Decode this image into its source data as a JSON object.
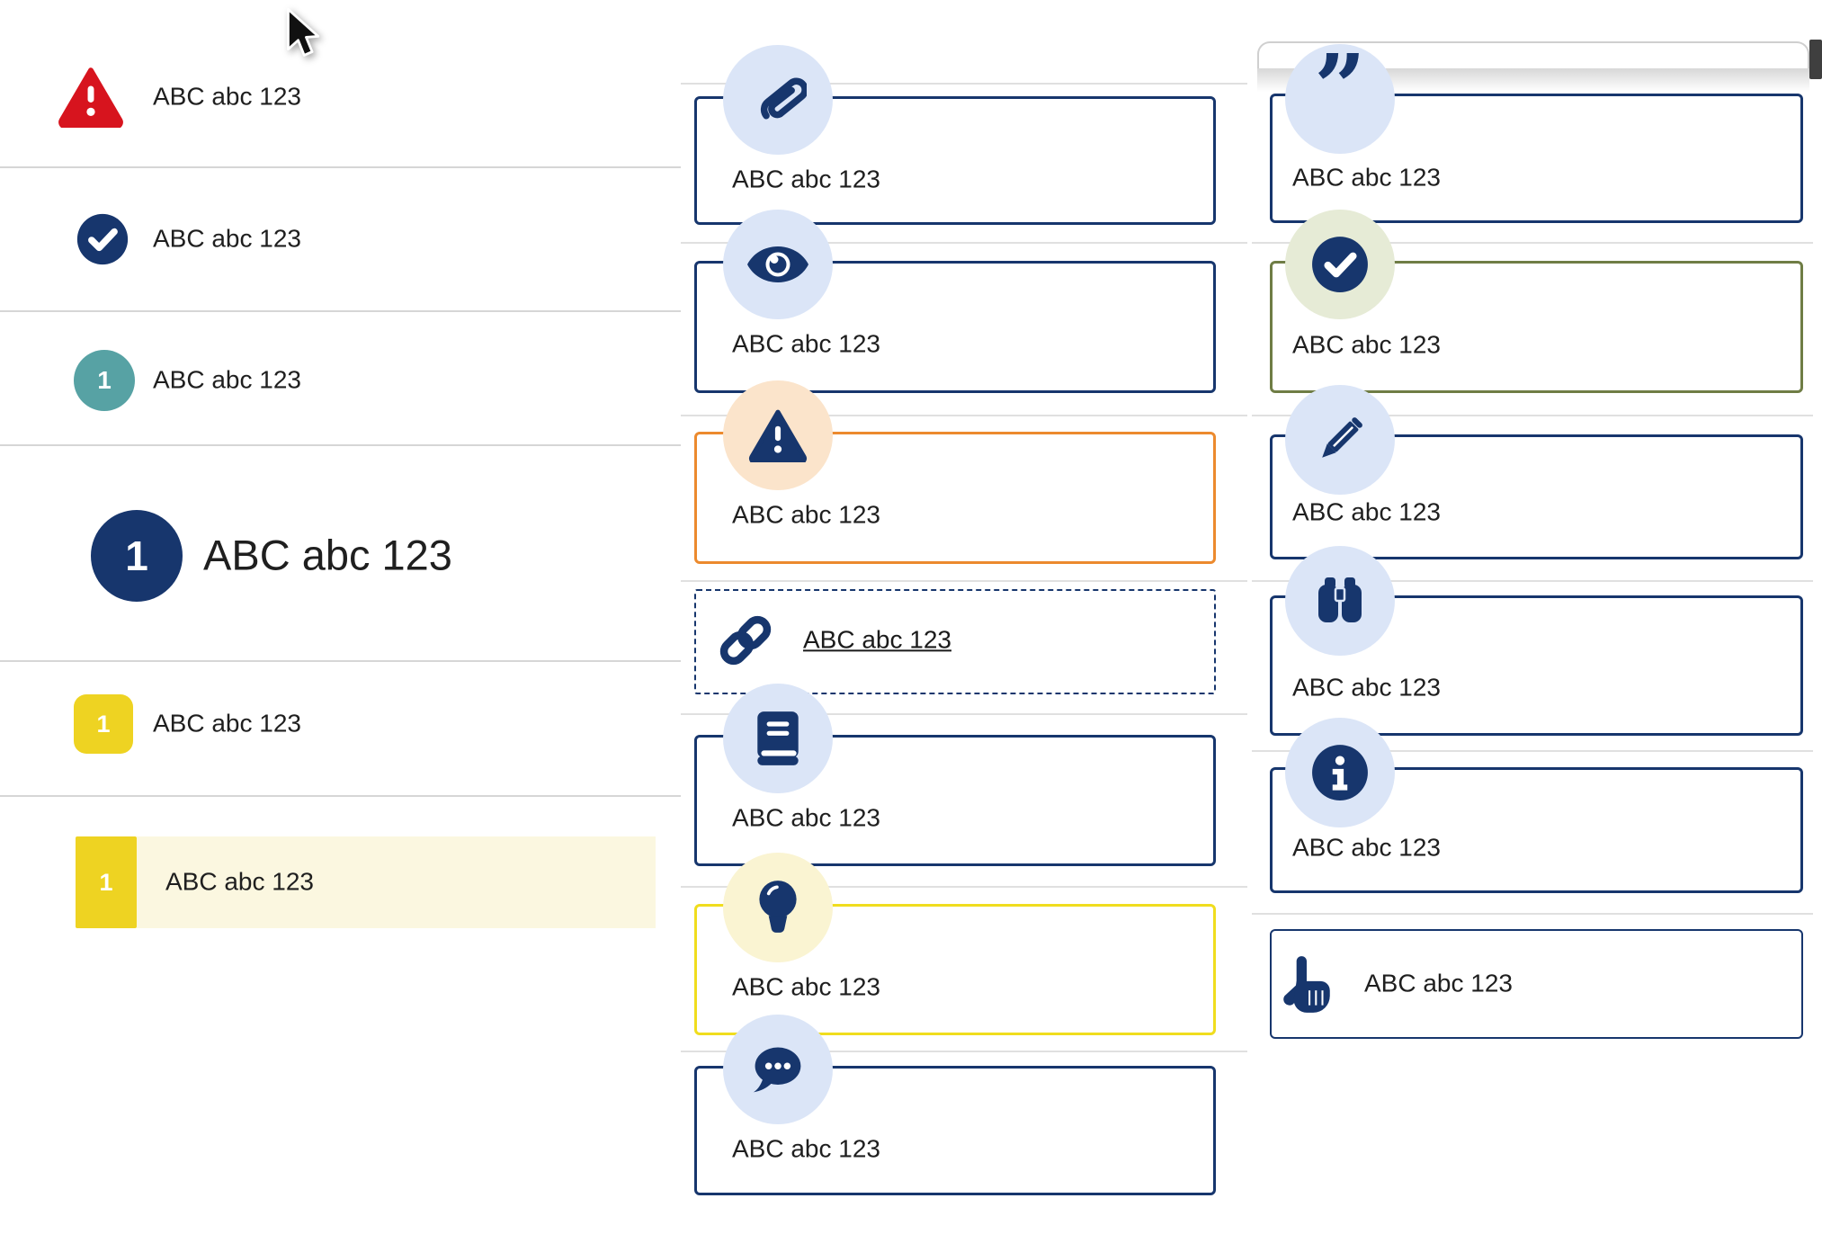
{
  "colors": {
    "navy": "#17366d",
    "red": "#d7141e",
    "teal": "#57a2a4",
    "yellow_badge": "#eed322",
    "yellow_border": "#f0dd1e",
    "orange_border": "#ec8a2e",
    "olive_border": "#6f7d45",
    "icon_bg_blue": "#dbe5f7",
    "icon_bg_peach": "#fbe4cb",
    "icon_bg_sage": "#e6ebd6",
    "icon_bg_yellow": "#faf4d2",
    "highlight_row_bg": "#fbf7e0",
    "text": "#1f1f1f",
    "divider": "#d6d6d6",
    "faint_line": "#e0e0e0",
    "scrollbar": "#3f3f3f"
  },
  "left_list": {
    "items": [
      {
        "icon": "warning-triangle-icon",
        "label": "ABC abc 123",
        "variant": "alert-red"
      },
      {
        "icon": "check-circle-icon",
        "label": "ABC abc 123",
        "variant": "success-navy"
      },
      {
        "icon": "number-badge-teal",
        "number": "1",
        "label": "ABC abc 123",
        "variant": "teal-step"
      },
      {
        "icon": "number-badge-navy-large",
        "number": "1",
        "label": "ABC abc 123",
        "variant": "big-navy-step"
      },
      {
        "icon": "number-badge-yellow",
        "number": "1",
        "label": "ABC abc 123",
        "variant": "yellow-step"
      },
      {
        "icon": "number-badge-yellow",
        "number": "1",
        "label": "ABC abc 123",
        "variant": "yellow-step-highlighted"
      }
    ]
  },
  "middle_column": {
    "cards": [
      {
        "icon": "paperclip-icon",
        "label": "ABC abc 123",
        "style": "navy-border",
        "icon_bg": "blue"
      },
      {
        "icon": "eye-icon",
        "label": "ABC abc 123",
        "style": "navy-border",
        "icon_bg": "blue"
      },
      {
        "icon": "warning-triangle-icon",
        "label": "ABC abc 123",
        "style": "orange-border",
        "icon_bg": "peach"
      },
      {
        "icon": "link-icon",
        "label": "ABC abc 123",
        "style": "dashed-border",
        "is_link": true
      },
      {
        "icon": "book-icon",
        "label": "ABC abc 123",
        "style": "navy-border",
        "icon_bg": "blue"
      },
      {
        "icon": "lightbulb-icon",
        "label": "ABC abc 123",
        "style": "yellow-border",
        "icon_bg": "pale-yellow"
      },
      {
        "icon": "chat-bubble-icon",
        "label": "ABC abc 123",
        "style": "navy-border",
        "icon_bg": "blue"
      }
    ]
  },
  "right_column": {
    "cards": [
      {
        "icon": "quote-icon",
        "label": "ABC abc 123",
        "style": "navy-border",
        "icon_bg": "blue"
      },
      {
        "icon": "check-circle-icon",
        "label": "ABC abc 123",
        "style": "olive-border",
        "icon_bg": "sage"
      },
      {
        "icon": "pencil-icon",
        "label": "ABC abc 123",
        "style": "navy-border",
        "icon_bg": "blue"
      },
      {
        "icon": "binoculars-icon",
        "label": "ABC abc 123",
        "style": "navy-border",
        "icon_bg": "blue"
      },
      {
        "icon": "info-icon",
        "label": "ABC abc 123",
        "style": "navy-border",
        "icon_bg": "blue"
      },
      {
        "icon": "pointing-hand-icon",
        "label": "ABC abc 123",
        "style": "navy-border-inline-icon"
      }
    ]
  },
  "window": {
    "scrollbar": "scrollbar-thumb",
    "cursor": "arrow-cursor"
  }
}
